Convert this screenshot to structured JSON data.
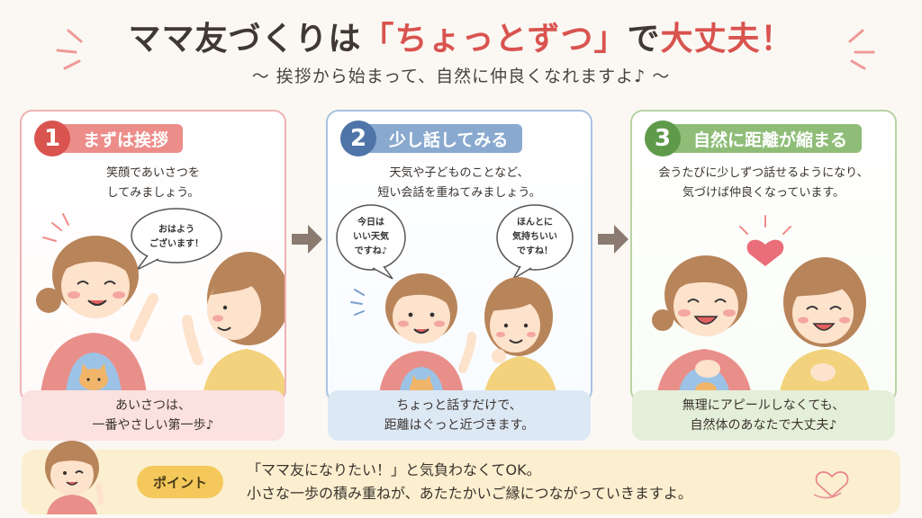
{
  "title": {
    "before": "ママ友づくりは",
    "accent1": "「ちょっとずつ」",
    "middle": "で",
    "accent2": "大丈夫！"
  },
  "subtitle": "〜 挨拶から始まって、自然に仲良くなれますよ♪ 〜",
  "steps": [
    {
      "number": "1",
      "label": "まずは挨拶",
      "desc": [
        "笑顔であいさつを",
        "してみましょう。"
      ],
      "bubbles": [
        [
          "おはよう",
          "ございます！"
        ]
      ],
      "footer": [
        "あいさつは、",
        "一番やさしい第一歩♪"
      ]
    },
    {
      "number": "2",
      "label": "少し話してみる",
      "desc": [
        "天気や子どものことなど、",
        "短い会話を重ねてみましょう。"
      ],
      "bubbles": [
        [
          "今日は",
          "いい天気",
          "ですね♪"
        ],
        [
          "ほんとに",
          "気持ちいい",
          "ですね！"
        ]
      ],
      "footer": [
        "ちょっと話すだけで、",
        "距離はぐっと近づきます。"
      ]
    },
    {
      "number": "3",
      "label": "自然に距離が縮まる",
      "desc": [
        "会うたびに少しずつ話せるようになり、",
        "気づけば仲良くなっています。"
      ],
      "bubbles": [],
      "footer": [
        "無理にアピールしなくても、",
        "自然体のあなたで大丈夫♪"
      ]
    }
  ],
  "point": {
    "tag": "ポイント",
    "lines": [
      "「ママ友になりたい！」と気負わなくてOK。",
      "小さな一歩の積み重ねが、あたたかいご縁につながっていきますよ。"
    ]
  },
  "colors": {
    "red": "#d9534f",
    "blue": "#4f74a8",
    "green": "#5e9a4a",
    "yellow": "#f4c85a"
  },
  "icons": [
    "arrow-right-icon",
    "heart-icon",
    "cat-icon",
    "sparkle-icon"
  ]
}
